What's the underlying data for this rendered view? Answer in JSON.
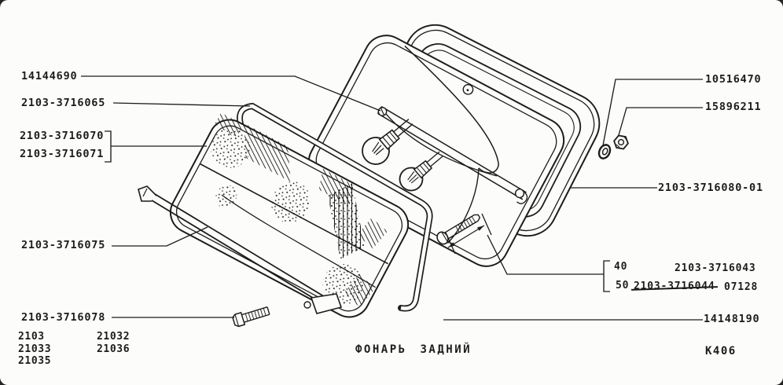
{
  "page": {
    "background": "#fcfcfa",
    "ink": "#1c1c1c"
  },
  "drawing_title": "ФОНАРЬ ЗАДНИЙ",
  "sheet_code": "К406",
  "callouts": {
    "screw_upper": "14144690",
    "rim_molding": "2103-3716065",
    "lens_variant_a": "2103-3716070",
    "lens_variant_b": "2103-3716071",
    "trim_strip": "2103-3716075",
    "bolt_small": "2103-3716078",
    "washer": "10516470",
    "nut": "15896211",
    "lamp_body": "2103-3716080-01",
    "screw_lower": "14148190"
  },
  "screw_lengths": {
    "row1": {
      "length": "40",
      "part": "2103-3716043"
    },
    "row2": {
      "length": "50",
      "part_superseded": "2103-3716044",
      "part_replacement": "07128"
    }
  },
  "applicable_models": {
    "column1": [
      "2103",
      "21033",
      "21035"
    ],
    "column2": [
      "21032",
      "21036"
    ]
  }
}
